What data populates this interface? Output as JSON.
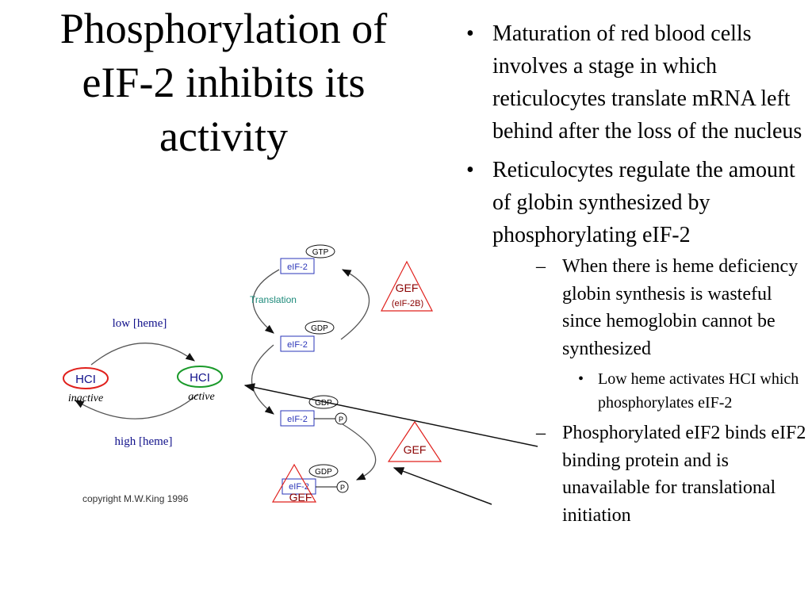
{
  "title": {
    "line1": "Phosphorylation of",
    "line2": "eIF-2 inhibits its",
    "line3": "activity"
  },
  "bullets": {
    "marker_l1": "•",
    "marker_l2": "–",
    "marker_l3": "•",
    "b1": "Maturation of red blood cells involves a stage in which reticulocytes translate mRNA left behind after the loss of the nucleus",
    "b2": "Reticulocytes regulate the amount of globin synthesized by phosphorylating eIF-2",
    "b2_sub1": "When there is heme deficiency globin synthesis is wasteful since hemoglobin cannot be synthesized",
    "b2_sub1_sub1": "Low heme activates HCI which phosphorylates eIF-2",
    "b2_sub2": "Phosphorylated eIF2 binds eIF2 binding protein and is unavailable  for translational initiation"
  },
  "diagram": {
    "low_heme": "low [heme]",
    "high_heme": "high [heme]",
    "hci": "HCI",
    "inactive": "inactive",
    "active": "active",
    "eif2": "eIF-2",
    "gtp": "GTP",
    "gdp": "GDP",
    "p": "P",
    "translation": "Translation",
    "gef": "GEF",
    "eif2b": "(eIF-2B)",
    "copyright": "copyright M.W.King 1996",
    "colors": {
      "red": "#e0201c",
      "blue_box": "#2a34b8",
      "green": "#1a9a2a",
      "navy": "#10108a",
      "dark_red": "#8a0000",
      "teal": "#1d8a7a",
      "gray_arrow": "#555555"
    }
  }
}
